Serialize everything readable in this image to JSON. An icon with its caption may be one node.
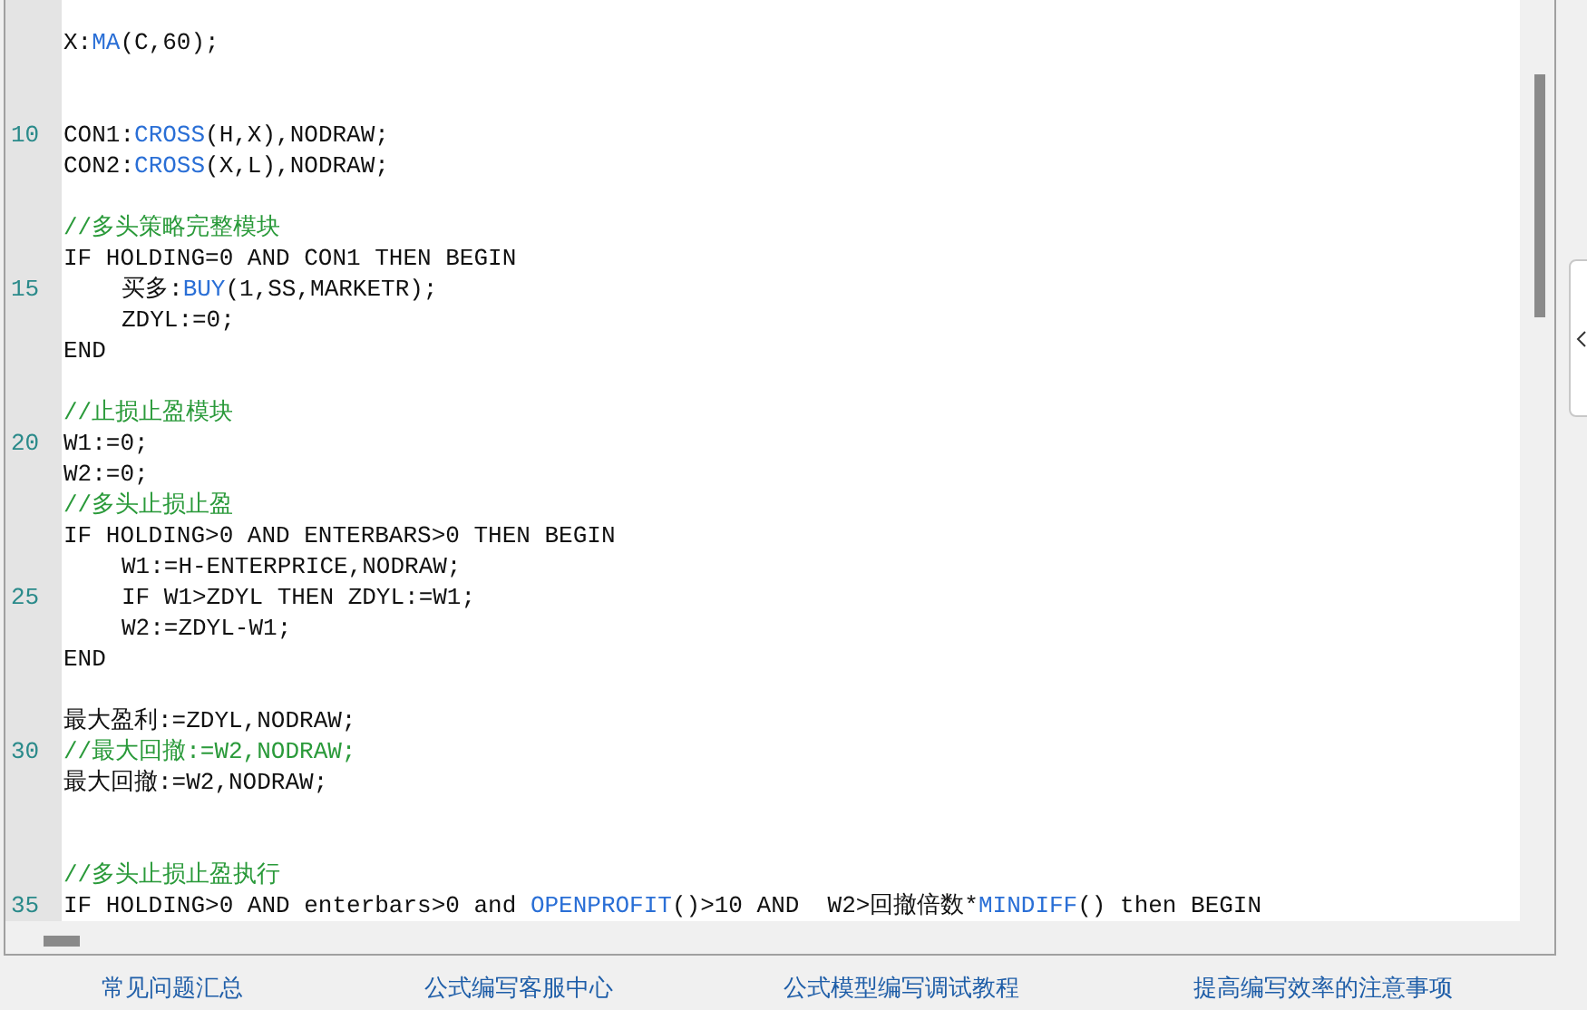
{
  "diagram": {
    "labels": [
      "X:MA(C,60);",
      "10",
      "CON1:CROSS(H,X),NODRAW;",
      "CON2:CROSS(X,L),NODRAW;",
      "//多头策略完整模块",
      "IF HOLDING=0 AND CON1 THEN BEGIN",
      "15",
      "买多:BUY(1,SS,MARKETR);",
      "ZDYL:=0;",
      "END",
      "//止损止盈模块",
      "20",
      "W1:=0;",
      "W2:=0;",
      "//多头止损止盈",
      "IF HOLDING>0 AND ENTERBARS>0 THEN BEGIN",
      "W1:=H-ENTERPRICE,NODRAW;",
      "25",
      "IF W1>ZDYL THEN ZDYL:=W1;",
      "W2:=ZDYL-W1;",
      "END",
      "最大盈利:=ZDYL,NODRAW;",
      "30",
      "//最大回撤:=W2,NODRAW;",
      "最大回撤:=W2,NODRAW;",
      "//多头止损止盈执行",
      "35",
      "IF HOLDING>0 AND enterbars>0 and OPENPROFIT()>10 AND  W2>回撤倍数*MINDIFF() then BEGIN",
      "常见问题汇总",
      "公式编写客服中心",
      "公式模型编写调试教程",
      "提高编写效率的注意事项"
    ]
  }
}
